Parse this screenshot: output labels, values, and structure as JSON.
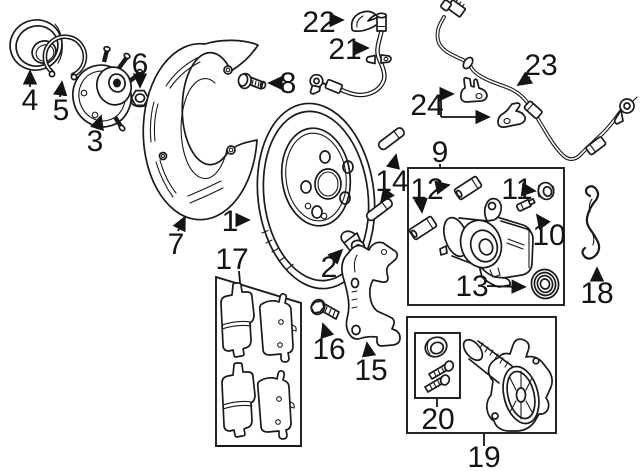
{
  "diagram": {
    "background_color": "#ffffff",
    "line_color": "#1a1a1a",
    "label_color": "#141414"
  },
  "labels": [
    "1",
    "2",
    "3",
    "4",
    "5",
    "6",
    "7",
    "8",
    "9",
    "10",
    "11",
    "12",
    "13",
    "14",
    "15",
    "16",
    "17",
    "18",
    "19",
    "20",
    "21",
    "22",
    "23",
    "24"
  ]
}
